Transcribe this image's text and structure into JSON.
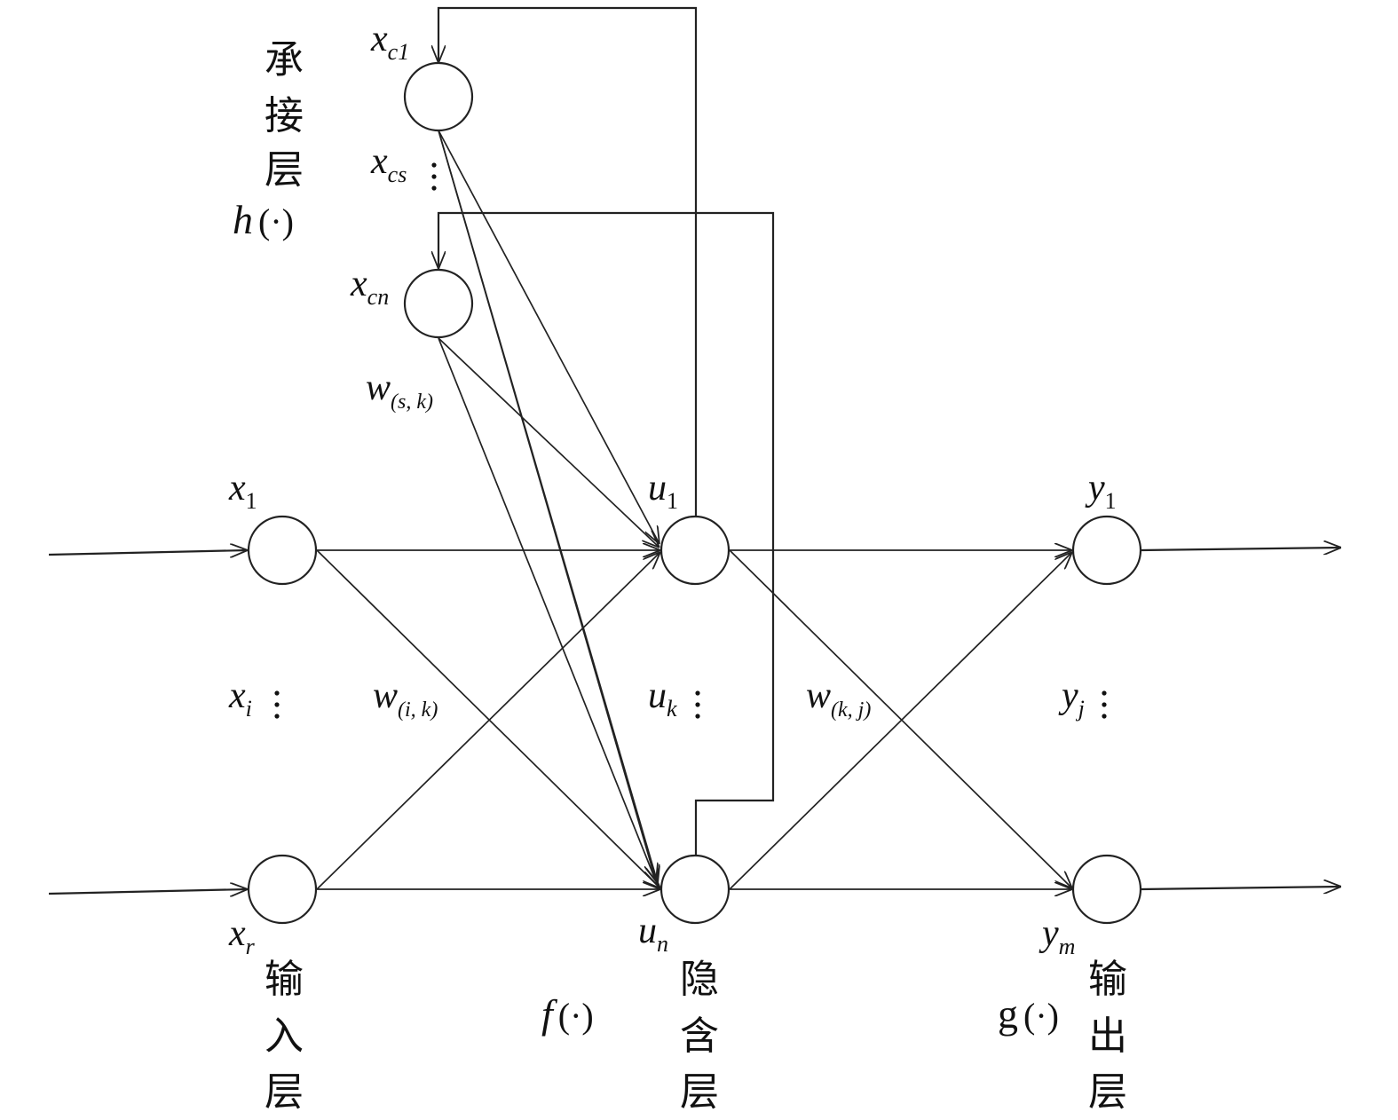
{
  "colors": {
    "stroke": "#222222",
    "text": "#111111",
    "background": "#ffffff"
  },
  "labels": {
    "xc1": {
      "main": "x",
      "sub": "c1"
    },
    "xcs": {
      "main": "x",
      "sub": "cs"
    },
    "xcn": {
      "main": "x",
      "sub": "cn"
    },
    "x1": {
      "main": "x",
      "sub": "1"
    },
    "xi": {
      "main": "x",
      "sub": "i"
    },
    "xr": {
      "main": "x",
      "sub": "r"
    },
    "u1": {
      "main": "u",
      "sub": "1"
    },
    "uk": {
      "main": "u",
      "sub": "k"
    },
    "un": {
      "main": "u",
      "sub": "n"
    },
    "y1": {
      "main": "y",
      "sub": "1"
    },
    "yj": {
      "main": "y",
      "sub": "j"
    },
    "ym": {
      "main": "y",
      "sub": "m"
    },
    "w_sk": {
      "main": "w",
      "sub": "(s, k)"
    },
    "w_ik": {
      "main": "w",
      "sub": "(i, k)"
    },
    "w_kj": {
      "main": "w",
      "sub": "(k, j)"
    }
  },
  "functions": {
    "h": {
      "name": "h",
      "arg": "(·)"
    },
    "f": {
      "name": "f",
      "arg": "(·)"
    },
    "g": {
      "name": "g",
      "arg": "(·)"
    }
  },
  "layers": {
    "context": [
      "承",
      "接",
      "层"
    ],
    "input": [
      "输",
      "入",
      "层"
    ],
    "hidden": [
      "隐",
      "含",
      "层"
    ],
    "output": [
      "输",
      "出",
      "层"
    ]
  }
}
